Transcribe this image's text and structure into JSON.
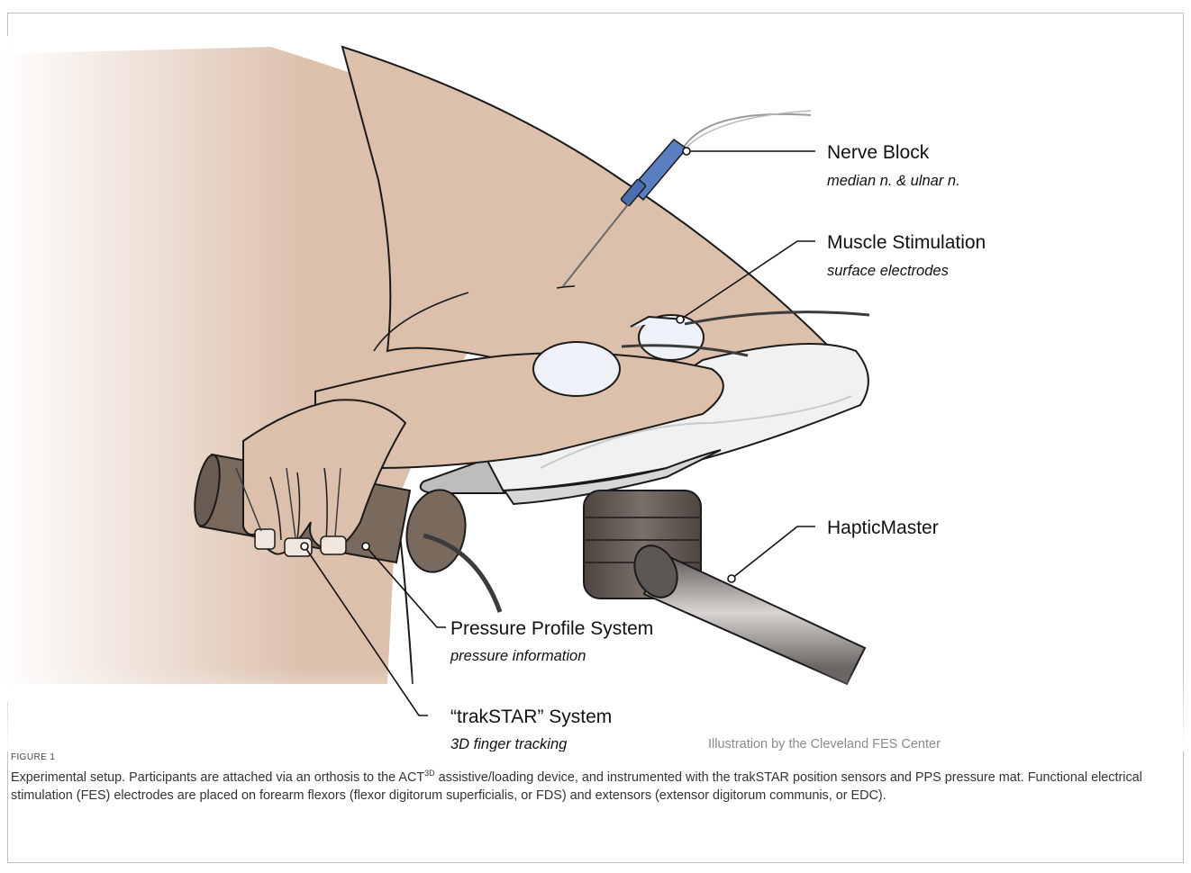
{
  "figure": {
    "labels": {
      "nerve_block": {
        "title": "Nerve Block",
        "subtitle": "median n. & ulnar n."
      },
      "muscle_stimulation": {
        "title": "Muscle Stimulation",
        "subtitle": "surface electrodes"
      },
      "haptic_master": {
        "title": "HapticMaster"
      },
      "pressure_profile": {
        "title": "Pressure Profile System",
        "subtitle": "pressure information"
      },
      "trakstar": {
        "title": "“trakSTAR” System",
        "subtitle": "3D finger tracking"
      }
    },
    "credit": "Illustration by the Cleveland FES Center"
  },
  "caption": {
    "label": "FIGURE 1",
    "text_part1": "Experimental setup. Participants are attached via an orthosis to the ACT",
    "superscript": "3D",
    "text_part2": " assistive/loading device, and instrumented with the trakSTAR position sensors and PPS pressure mat. Functional electrical stimulation (FES) electrodes are placed on forearm flexors (flexor digitorum superficialis, or FDS) and extensors (extensor digitorum communis, or EDC)."
  },
  "colors": {
    "skin": "#dcc0ac",
    "orthosis": "#f1f1f1",
    "handle": "#7a6a5e",
    "needle_hub": "#5a7fc0",
    "device_dark": "#6e6866"
  }
}
